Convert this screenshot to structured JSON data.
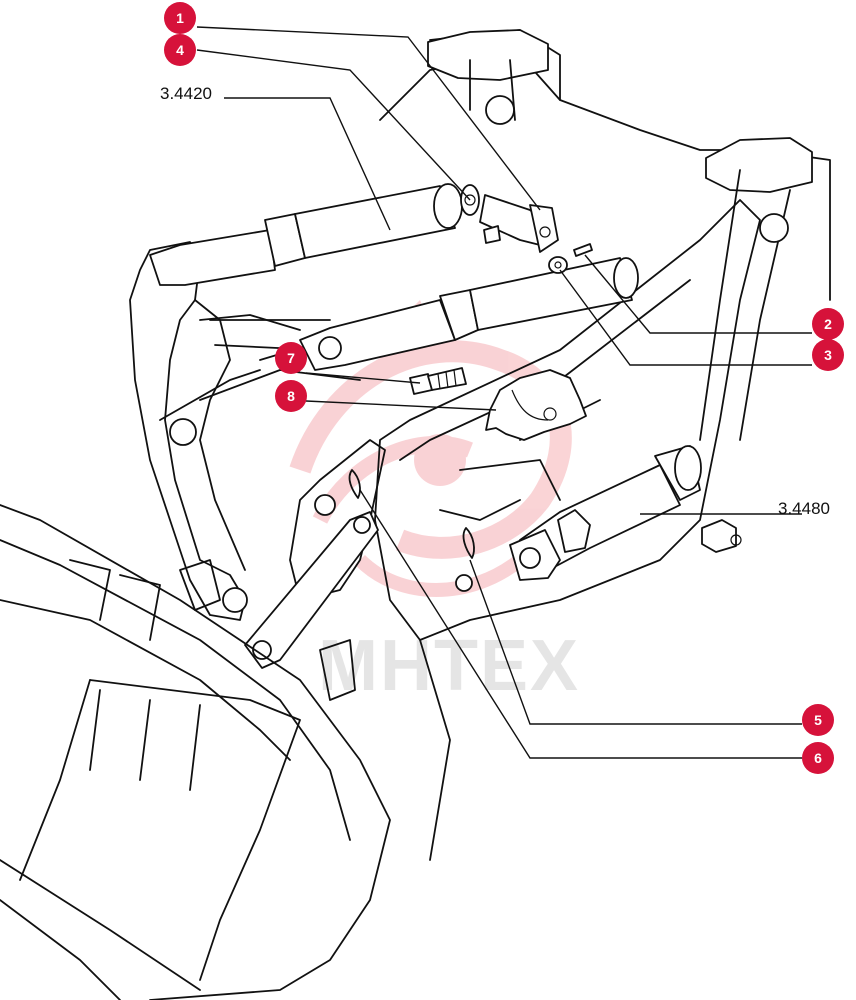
{
  "references": {
    "upper_cylinder": "3.4420",
    "lower_cylinder": "3.4480"
  },
  "callouts": [
    {
      "id": "1",
      "label": "1"
    },
    {
      "id": "4",
      "label": "4"
    },
    {
      "id": "2",
      "label": "2"
    },
    {
      "id": "3",
      "label": "3"
    },
    {
      "id": "7",
      "label": "7"
    },
    {
      "id": "8",
      "label": "8"
    },
    {
      "id": "5",
      "label": "5"
    },
    {
      "id": "6",
      "label": "6"
    }
  ],
  "watermark": "МНТЕХ",
  "colors": {
    "callout_fill": "#d6123a",
    "watermark_logo": "#e63946",
    "line": "#111111"
  }
}
